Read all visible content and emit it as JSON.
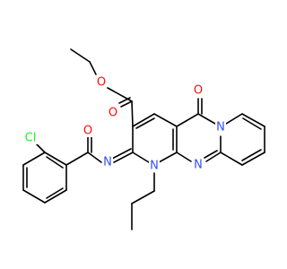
{
  "molecule": {
    "atoms": [
      {
        "id": "O_ester_carbonyl",
        "label": "O",
        "color": "#ff0d0d"
      },
      {
        "id": "O_ester_link",
        "label": "O",
        "color": "#ff0d0d"
      },
      {
        "id": "O_ketone",
        "label": "O",
        "color": "#ff0d0d"
      },
      {
        "id": "O_amide",
        "label": "O",
        "color": "#ff0d0d"
      },
      {
        "id": "N_imine",
        "label": "N",
        "color": "#3050f8"
      },
      {
        "id": "N_ring1",
        "label": "N",
        "color": "#3050f8"
      },
      {
        "id": "N_ring2",
        "label": "N",
        "color": "#3050f8"
      },
      {
        "id": "N_ring3",
        "label": "N",
        "color": "#3050f8"
      },
      {
        "id": "Cl",
        "label": "Cl",
        "color": "#1ff01f"
      }
    ],
    "bond_color": "#000000"
  }
}
